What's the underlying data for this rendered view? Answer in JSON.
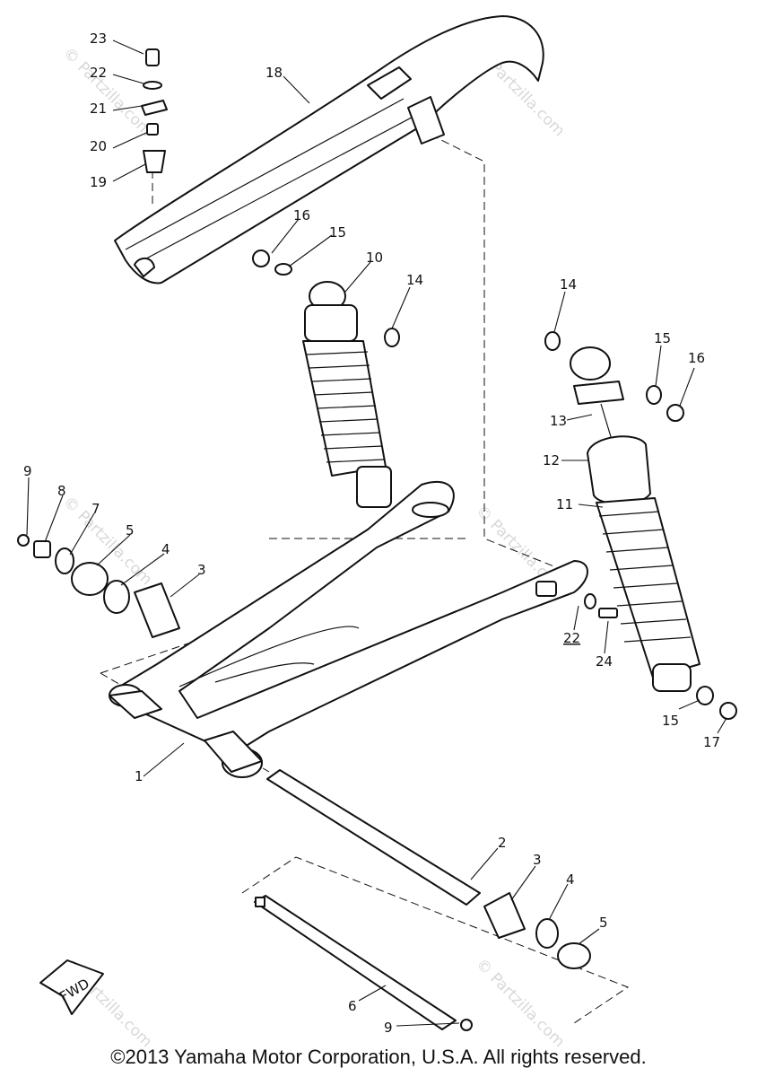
{
  "diagram": {
    "callouts": {
      "c23": "23",
      "c22a": "22",
      "c21": "21",
      "c20": "20",
      "c19": "19",
      "c18": "18",
      "c16a": "16",
      "c15a": "15",
      "c10": "10",
      "c14a": "14",
      "c14b": "14",
      "c15b": "15",
      "c16b": "16",
      "c13": "13",
      "c12": "12",
      "c11": "11",
      "c9a": "9",
      "c8": "8",
      "c7": "7",
      "c5a": "5",
      "c4a": "4",
      "c3a": "3",
      "c22b": "22",
      "c24": "24",
      "c15c": "15",
      "c17": "17",
      "c1": "1",
      "c2": "2",
      "c3b": "3",
      "c4b": "4",
      "c5b": "5",
      "c6": "6",
      "c9b": "9"
    },
    "fwd_label": "FWD",
    "watermark": "© Partzilla.com"
  },
  "copyright": "©2013 Yamaha Motor Corporation, U.S.A. All rights reserved."
}
